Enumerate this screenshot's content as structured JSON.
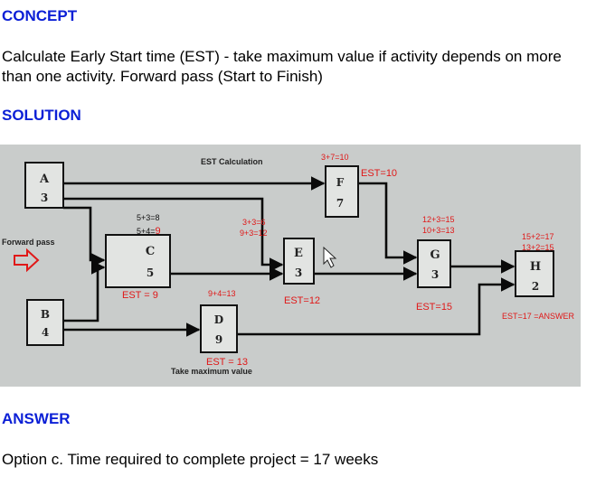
{
  "concept": {
    "heading": "CONCEPT",
    "text": "Calculate Early Start time (EST) - take maximum value if activity depends on more than one activity. Forward pass (Start to Finish)"
  },
  "solution": {
    "heading": "SOLUTION"
  },
  "answer": {
    "heading": "ANSWER",
    "text": "Option c. Time required to complete project = 17 weeks"
  },
  "diagram": {
    "colors": {
      "background": "#c9cccb",
      "node_fill": "#e2e4e2",
      "annotation": "#e01818",
      "arrow": "#0a0a0a"
    },
    "title": "EST Calculation",
    "forward_pass_label": "Forward pass",
    "take_max_label": "Take  maximum value",
    "nodes": [
      {
        "id": "A",
        "duration": "3"
      },
      {
        "id": "B",
        "duration": "4"
      },
      {
        "id": "C",
        "duration": "5"
      },
      {
        "id": "D",
        "duration": "9"
      },
      {
        "id": "E",
        "duration": "3"
      },
      {
        "id": "F",
        "duration": "7"
      },
      {
        "id": "G",
        "duration": "3"
      },
      {
        "id": "H",
        "duration": "2"
      }
    ],
    "annotations": {
      "c_calc1": "5+3=8",
      "c_calc2_lhs": "5+4=",
      "c_calc2_val": "9",
      "c_est": "EST = 9",
      "d_calc": "9+4=13",
      "d_est": "EST = 13",
      "e_calc1": "3+3=6",
      "e_calc2": "9+3=12",
      "e_est": "EST=12",
      "f_calc": "3+7=10",
      "f_est": "EST=10",
      "g_calc1": "12+3=15",
      "g_calc2": "10+3=13",
      "g_est": "EST=15",
      "h_calc1": "15+2=17",
      "h_calc2": "13+2=15",
      "h_est": "EST=17 =ANSWER"
    }
  }
}
